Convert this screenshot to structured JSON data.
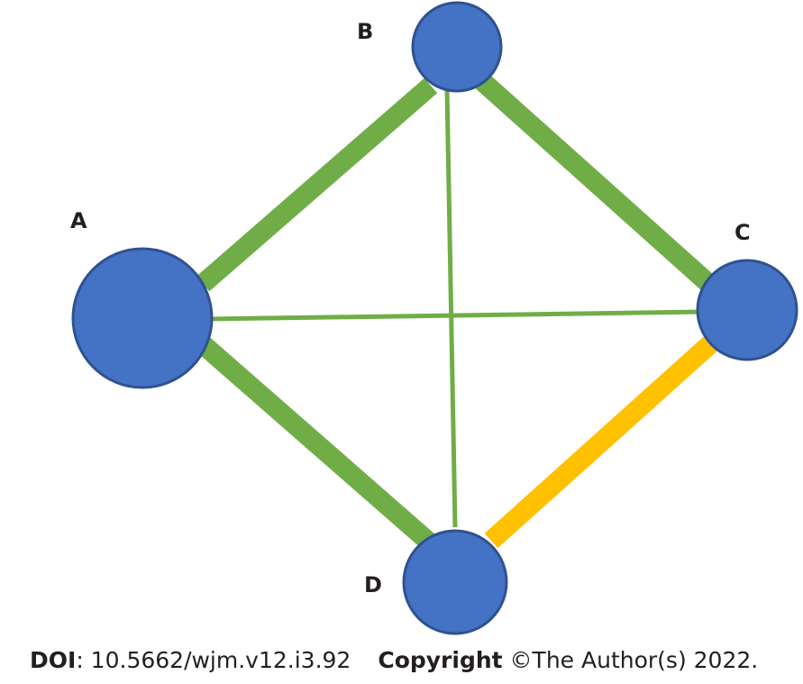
{
  "diagram": {
    "nodes": [
      {
        "id": "A",
        "label": "A"
      },
      {
        "id": "B",
        "label": "B"
      },
      {
        "id": "C",
        "label": "C"
      },
      {
        "id": "D",
        "label": "D"
      }
    ],
    "edges": [
      {
        "from": "A",
        "to": "B",
        "weight": "thick",
        "color": "#70ad47"
      },
      {
        "from": "B",
        "to": "C",
        "weight": "thick",
        "color": "#70ad47"
      },
      {
        "from": "A",
        "to": "D",
        "weight": "thick",
        "color": "#70ad47"
      },
      {
        "from": "C",
        "to": "D",
        "weight": "thick",
        "color": "#ffc000"
      },
      {
        "from": "A",
        "to": "C",
        "weight": "thin",
        "color": "#70ad47"
      },
      {
        "from": "B",
        "to": "D",
        "weight": "thin",
        "color": "#70ad47"
      }
    ],
    "colors": {
      "node_fill": "#4472c4",
      "node_stroke": "#2f528f",
      "edge_green": "#70ad47",
      "edge_highlight": "#ffc000"
    }
  },
  "footer": {
    "doi_label": "DOI",
    "doi_value": ": 10.5662/wjm.v12.i3.92",
    "copyright_label": "Copyright",
    "copyright_value": " ©The Author(s) 2022."
  }
}
